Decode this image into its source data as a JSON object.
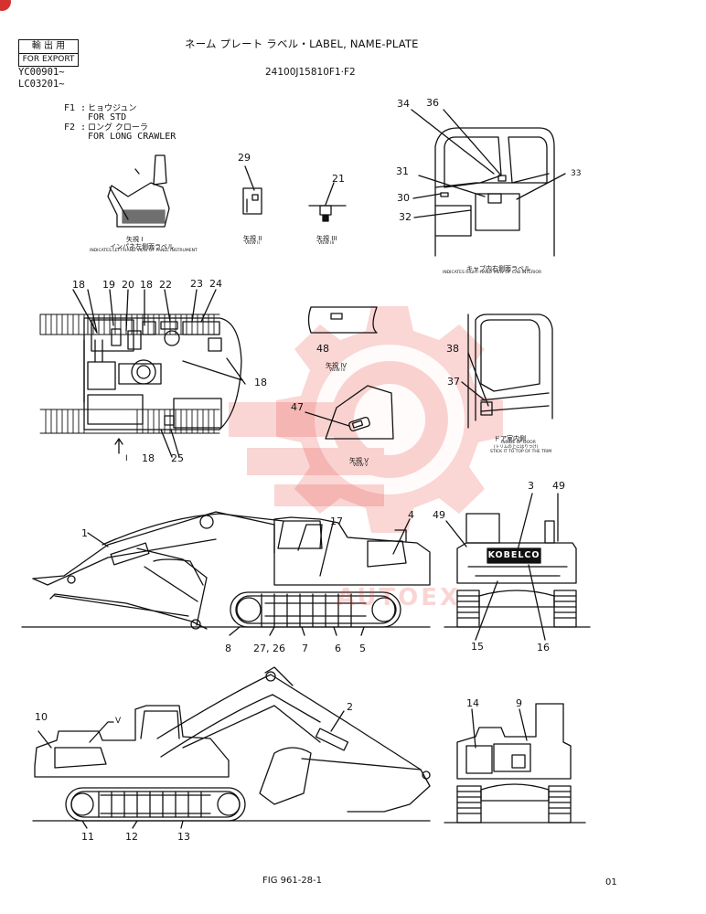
{
  "header": {
    "export_label_jp": "輸 出 用",
    "export_label_en": "FOR EXPORT",
    "serial_1": "YC00901~",
    "serial_2": "LC03201~",
    "title": "ネーム プレート ラベル・LABEL, NAME-PLATE",
    "part_number": "24100J15810F1·F2"
  },
  "variants": {
    "f1_code": "F1 :",
    "f1_jp": "ヒョウジュン",
    "f1_en": "FOR STD",
    "f2_code": "F2 :",
    "f2_jp": "ロング クローラ",
    "f2_en": "FOR LONG CRAWLER"
  },
  "views": {
    "view_i_jp": "矢視 I",
    "view_i_sub_jp": "インパネ左側面ラベル",
    "view_i_sub_en": "INDICATES LEFT-HAND VIEW OF PANEL INSTRUMENT",
    "view_ii_jp": "矢視 II",
    "view_ii_en": "VIEW II",
    "view_iii_jp": "矢視 III",
    "view_iii_en": "VIEW III",
    "cab_jp": "キャブ内右側面ラベル",
    "cab_en": "INDICATES RIGHT-HAND VIEW OF CAB INTERIOR",
    "view_iv_jp": "矢視 IV",
    "view_iv_en": "VIEW IV",
    "view_v_jp": "矢視 V",
    "view_v_en": "VIEW V",
    "door_jp": "ドア室内側",
    "door_en_1": "INSIDE OF DOOR",
    "door_en_2": "(トリムの上にはりつけ)",
    "door_en_3": "STICK IT TO TOP OF THE TRIM",
    "arrow_i": "I"
  },
  "callouts": {
    "c34": "34",
    "c36": "36",
    "c31": "31",
    "c33": "33",
    "c30": "30",
    "c32": "32",
    "c29": "29",
    "c21": "21",
    "c18a": "18",
    "c19": "19",
    "c20": "20",
    "c18b": "18",
    "c22": "22",
    "c23": "23",
    "c24": "24",
    "c18c": "18",
    "c18d": "18",
    "c25": "25",
    "c48": "48",
    "c47": "47",
    "c38": "38",
    "c37": "37",
    "c1": "1",
    "c17": "17",
    "c4": "4",
    "c3": "3",
    "c49a": "49",
    "c49b": "49",
    "c8": "8",
    "c27_26": "27, 26",
    "c7": "7",
    "c6": "6",
    "c5": "5",
    "c15": "15",
    "c16": "16",
    "c10": "10",
    "cV": "V",
    "c2": "2",
    "c14": "14",
    "c9": "9",
    "c11": "11",
    "c12": "12",
    "c13": "13"
  },
  "brand": {
    "kobelco_label": "KOBELCO",
    "watermark": "AUTOEX"
  },
  "footer": {
    "figure": "FIG 961-28-1",
    "page": "01"
  },
  "colors": {
    "ink": "#111111",
    "watermark": "#e8463c",
    "corner_badge": "#d4322f"
  }
}
